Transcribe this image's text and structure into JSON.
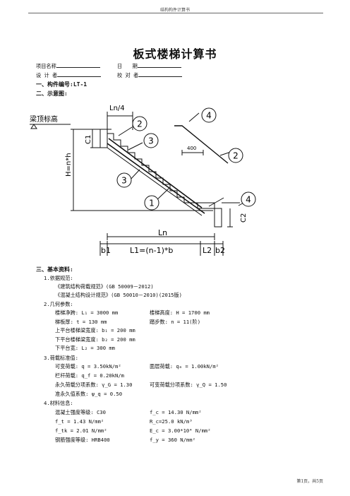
{
  "header": {
    "running_title": "结构构件计算书"
  },
  "title": "板式楼梯计算书",
  "fields": {
    "project_name": "项目名称",
    "date": "日　　期",
    "designer": "设 计 者",
    "checker": "校 对 者"
  },
  "sections": {
    "s1": "一、构件编号:LT-1",
    "s2": "二、示意图:",
    "s3": "三、基本资料:"
  },
  "diagram": {
    "label_beam_top": "梁顶标高",
    "label_ln4": "Ln/4",
    "label_c1": "C1",
    "label_c2": "C2",
    "label_h": "H=n*h",
    "label_ln": "Ln",
    "label_b1": "b1",
    "label_l1": "L1=(n-1)*b",
    "label_l2": "L2",
    "label_b2": "b2",
    "label_400": "400",
    "callouts": [
      "1",
      "2",
      "3",
      "3",
      "4",
      "1",
      "4",
      "2"
    ]
  },
  "basic": {
    "item1": "1.依据规范:",
    "code1": "《建筑结构荷载规范》(GB 50009－2012)",
    "code2": "《混凝土结构设计规范》(GB 50010－2010)(2015版)",
    "item2": "2.几何参数:",
    "geo_ln": "楼梯净跨: L₁ = 3000 mm",
    "geo_h": "楼梯高度: H = 1700 mm",
    "geo_t": "梯板厚: t = 130 mm",
    "geo_n": "踏步数: n = 11(阶)",
    "geo_b1": "上平台楼梯梁宽度: b₁ = 200 mm",
    "geo_b2": "下平台楼梯梁宽度: b₂ = 200 mm",
    "geo_l2": "下平台宽: L₂ = 300 mm",
    "item3": "3.荷载标准值:",
    "load_q": "可变荷载: q = 3.50kN/m²",
    "load_qm": "面层荷载: qₘ = 1.00kN/m²",
    "load_qf": "栏杆荷载: q_f = 0.20kN/m",
    "load_gg": "永久荷载分项系数: γ_G = 1.30",
    "load_gq": "可变荷载分项系数: γ_Q = 1.50",
    "load_psi": "准永久值系数: ψ_q = 0.50",
    "item4": "4.材料信息:",
    "mat_c": "混凝土强度等级: C30",
    "mat_fc": "f_c = 14.30 N/mm²",
    "mat_ft": "f_t = 1.43 N/mm²",
    "mat_rc": "R_c=25.0 kN/m³",
    "mat_ftk": "f_tk = 2.01 N/mm²",
    "mat_ec": "E_c = 3.00*10⁴ N/mm²",
    "mat_steel": "钢筋强度等级: HRB400",
    "mat_fy": "f_y = 360 N/mm²"
  },
  "footer": {
    "page": "第1页，共5页"
  }
}
